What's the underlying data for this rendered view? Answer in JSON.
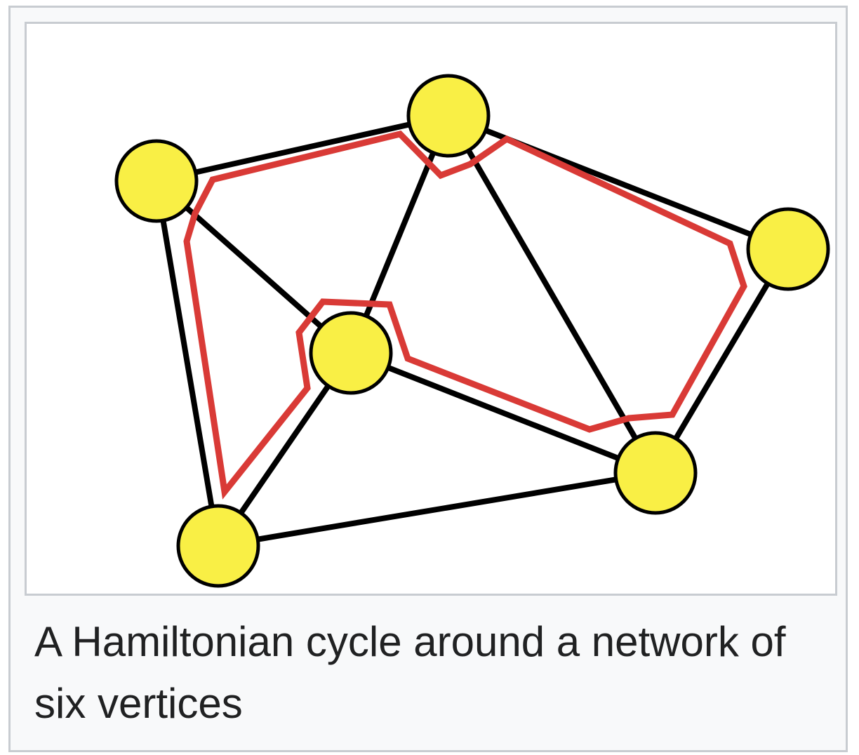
{
  "figure": {
    "caption": "A Hamiltonian cycle around a network of six vertices",
    "colors": {
      "vertex_fill": "#f9ef45",
      "vertex_stroke": "#000000",
      "edge": "#000000",
      "cycle": "#d93a36",
      "frame_border": "#c8ccd1",
      "panel_background": "#f8f9fa"
    },
    "vertices": [
      "top",
      "left",
      "right",
      "center",
      "bottom-right",
      "bottom-left"
    ],
    "edges": [
      [
        "left",
        "top"
      ],
      [
        "top",
        "right"
      ],
      [
        "left",
        "bottom-left"
      ],
      [
        "left",
        "center"
      ],
      [
        "top",
        "center"
      ],
      [
        "top",
        "bottom-right"
      ],
      [
        "right",
        "bottom-right"
      ],
      [
        "center",
        "bottom-right"
      ],
      [
        "center",
        "bottom-left"
      ],
      [
        "bottom-left",
        "bottom-right"
      ]
    ],
    "hamiltonian_cycle": [
      "left",
      "top",
      "right",
      "bottom-right",
      "center",
      "bottom-left",
      "left"
    ]
  }
}
